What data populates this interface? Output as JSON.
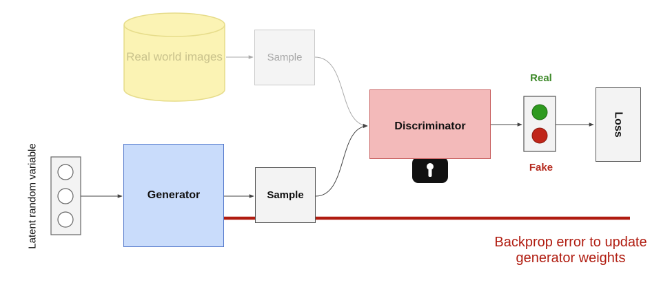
{
  "nodes": {
    "real_world_images": "Real world images",
    "sample_real": "Sample",
    "generator": "Generator",
    "sample_fake": "Sample",
    "discriminator": "Discriminator",
    "loss": "Loss",
    "latent": "Latent random variable"
  },
  "indicator": {
    "real": "Real",
    "fake": "Fake"
  },
  "annotation": {
    "backprop": "Backprop error to update generator weights"
  },
  "icons": {
    "discriminator_lock": "lock-icon"
  },
  "colors": {
    "real_dot": "#2e9a1f",
    "fake_dot": "#c0261a",
    "backprop_arrow": "#b01c10",
    "generator_fill": "#c9dcfb",
    "discriminator_fill": "#f3baba",
    "database_fill": "#fbf3b4"
  }
}
